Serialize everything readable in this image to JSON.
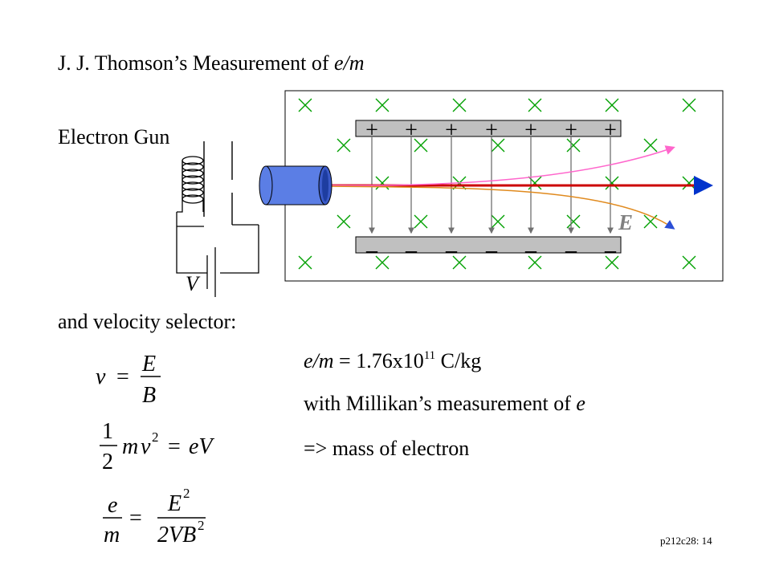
{
  "slide": {
    "title_prefix": "J. J. Thomson’s  Measurement  of ",
    "title_em": "e/m",
    "electron_gun_label": "Electron Gun",
    "velocity_selector_label": "and velocity selector:",
    "em_value_em": "e/m",
    "em_value_text": " = 1.76x10",
    "em_value_exp": "11",
    "em_value_unit": " C/kg",
    "millikan_prefix": "with Millikan’s measurement  of ",
    "millikan_e": "e",
    "mass_line": "=> mass  of electron",
    "footer": "p212c28: 14"
  },
  "diagram": {
    "voltage_label": "V",
    "field_label": "E",
    "plus_symbol": "+",
    "minus_symbol": "_",
    "cross_symbol": "×",
    "colors": {
      "beam": "#cc0000",
      "upper_path": "#ff66cc",
      "lower_path": "#e08a1e",
      "field_label": "#808080",
      "gun_body": "#5b7ee5",
      "plates": "#c0c0c0",
      "field_lines": "#707070",
      "crosses": "#00a000"
    }
  },
  "equations": {
    "v": "v",
    "eq": "=",
    "E": "E",
    "B": "B",
    "one": "1",
    "two": "2",
    "m": "m",
    "v2": "v",
    "sq": "2",
    "eV": "eV",
    "e": "e",
    "E2": "E",
    "VB": "2VB"
  }
}
